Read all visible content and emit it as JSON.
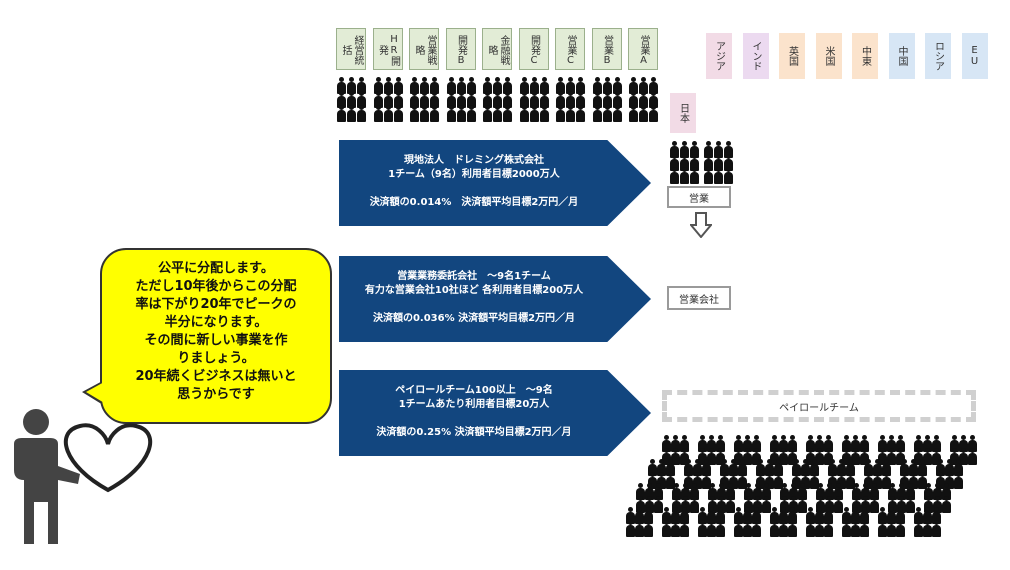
{
  "teams": [
    {
      "label": "経営統括"
    },
    {
      "label": "HR開発"
    },
    {
      "label": "営業戦略"
    },
    {
      "label": "開発B"
    },
    {
      "label": "金融戦略"
    },
    {
      "label": "開発C"
    },
    {
      "label": "営業C"
    },
    {
      "label": "営業B"
    },
    {
      "label": "営業A"
    }
  ],
  "countries": [
    {
      "label": "アジア",
      "color": "#f2dbe6"
    },
    {
      "label": "インド",
      "color": "#ecdaf0"
    },
    {
      "label": "英国",
      "color": "#fbe3cc"
    },
    {
      "label": "米国",
      "color": "#fbe3cc"
    },
    {
      "label": "中東",
      "color": "#fbe3cc"
    },
    {
      "label": "中国",
      "color": "#d7e6f5"
    },
    {
      "label": "ロシア",
      "color": "#d7e6f5"
    },
    {
      "label": "EU",
      "color": "#d7e6f5"
    }
  ],
  "japan_label": "日本",
  "sales_box": "営業",
  "sales_company_box": "営業会社",
  "payroll_team_box": "ペイロールチーム",
  "arrows": [
    {
      "line1": "現地法人　ドレミング株式会社",
      "line2": "1チーム（9名）利用者目標2000万人",
      "line3": "決済額の0.014%　決済額平均目標2万円／月"
    },
    {
      "line1": "営業業務委託会社　～9名1チーム",
      "line2": "有力な営業会社10社ほど 各利用者目標200万人",
      "line3": "決済額の0.036% 決済額平均目標2万円／月"
    },
    {
      "line1": "ペイロールチーム100以上　～9名",
      "line2": "1チームあたり利用者目標20万人",
      "line3": "決済額の0.25% 決済額平均目標2万円／月"
    }
  ],
  "speech": [
    "公平に分配します。",
    "ただし10年後からこの分配",
    "率は下がり20年でピークの",
    "半分になります。",
    "その間に新しい事業を作",
    "りましょう。",
    "20年続くビジネスは無いと",
    "思うからです"
  ],
  "colors": {
    "arrow": "#12467f",
    "bubble": "#ffff00",
    "presenter": "#444444",
    "team": "#e2ecd6"
  }
}
